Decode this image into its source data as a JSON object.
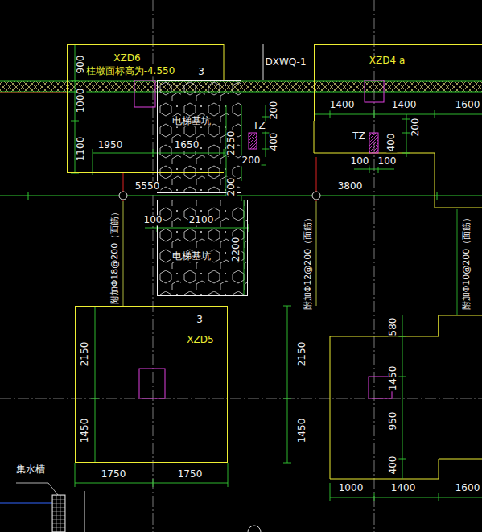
{
  "diagram": {
    "nodes": [
      {
        "text": [
          "XZD6",
          "柱墩面标高为-4.550"
        ]
      },
      {
        "text": [
          "电梯基坑"
        ]
      },
      {
        "text": [
          "XZD4 a"
        ]
      },
      {
        "text": [
          "电梯基坑"
        ]
      },
      {
        "text": [
          "XZD5"
        ]
      }
    ],
    "labels": [
      "900",
      "1000",
      "1100",
      "1950",
      "1650",
      "3",
      "DXWQ-1",
      "2250",
      "200",
      "TZ",
      "200",
      "400",
      "200",
      "1400",
      "1400",
      "1600",
      "200",
      "TZ",
      "400",
      "100",
      "100",
      "5550",
      "3800",
      "100",
      "2100",
      "2200",
      "附加Φ18@200（面筋）",
      "附加Φ12@200（面筋）",
      "附加Φ10@200（面筋）",
      "3",
      "2150",
      "1450",
      "1750",
      "1750",
      "2150",
      "1450",
      "580",
      "1450",
      "950",
      "400",
      "1000",
      "1400",
      "1600",
      "集水槽"
    ]
  }
}
